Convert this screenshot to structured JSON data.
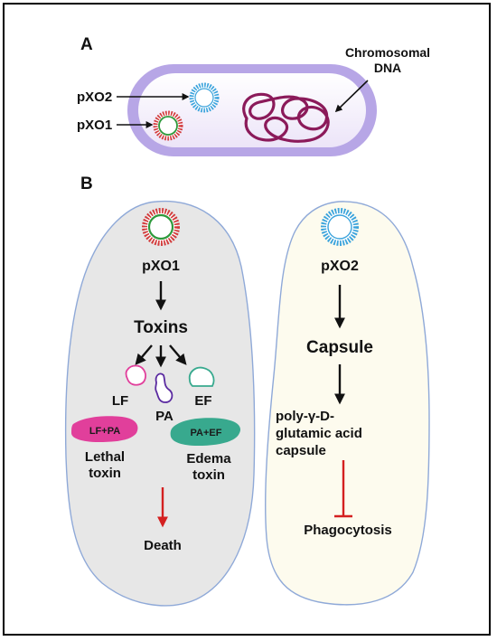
{
  "panel_a": {
    "label": "A",
    "pxo2_label": "pXO2",
    "pxo1_label": "pXO1",
    "chromosomal_line1": "Chromosomal",
    "chromosomal_line2": "DNA"
  },
  "panel_b": {
    "label": "B",
    "left": {
      "plasmid_label": "pXO1",
      "toxins": "Toxins",
      "lf": "LF",
      "pa": "PA",
      "ef": "EF",
      "lf_pa": "LF+PA",
      "pa_ef": "PA+EF",
      "lethal_line1": "Lethal",
      "lethal_line2": "toxin",
      "edema_line1": "Edema",
      "edema_line2": "toxin",
      "death": "Death"
    },
    "right": {
      "plasmid_label": "pXO2",
      "capsule": "Capsule",
      "poly_line1": "poly-γ-D-",
      "poly_line2": "glutamic acid",
      "poly_line3": "capsule",
      "phagocytosis": "Phagocytosis"
    }
  },
  "colors": {
    "cell_outer": "#b7a6e6",
    "cell_inner": "#f3eefb",
    "dna": "#8b1a5a",
    "pxo1_red": "#d33a3a",
    "pxo1_green": "#2e9a3c",
    "pxo2_blue": "#3aa3dc",
    "left_panel_fill": "#e7e7e7",
    "right_panel_fill": "#fdfbee",
    "panel_border": "#8fa9d8",
    "lf_pink": "#e13f9b",
    "pa_purple": "#5a2aa0",
    "ef_teal": "#38a98e",
    "inhibit_red": "#d42020"
  }
}
